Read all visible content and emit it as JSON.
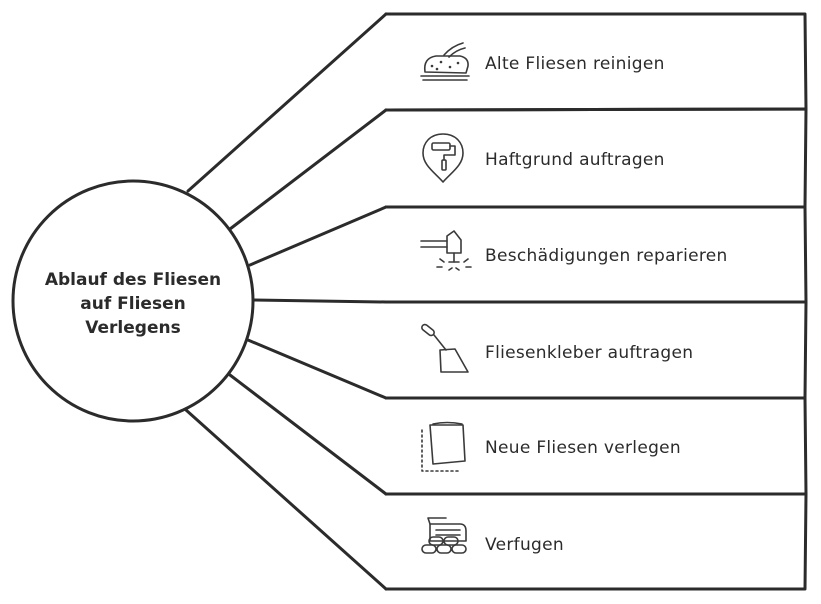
{
  "hub": {
    "title_lines": [
      "Ablauf des Fliesen",
      "auf Fliesen",
      "Verlegens"
    ]
  },
  "steps": [
    {
      "label": "Alte Fliesen reinigen",
      "icon": "sponge-cleaning-icon"
    },
    {
      "label": "Haftgrund auftragen",
      "icon": "paint-roller-icon"
    },
    {
      "label": "Beschädigungen reparieren",
      "icon": "caulk-gun-icon"
    },
    {
      "label": "Fliesenkleber auftragen",
      "icon": "trowel-icon"
    },
    {
      "label": "Neue Fliesen verlegen",
      "icon": "tile-icon"
    },
    {
      "label": "Verfugen",
      "icon": "grout-tiles-icon"
    }
  ]
}
